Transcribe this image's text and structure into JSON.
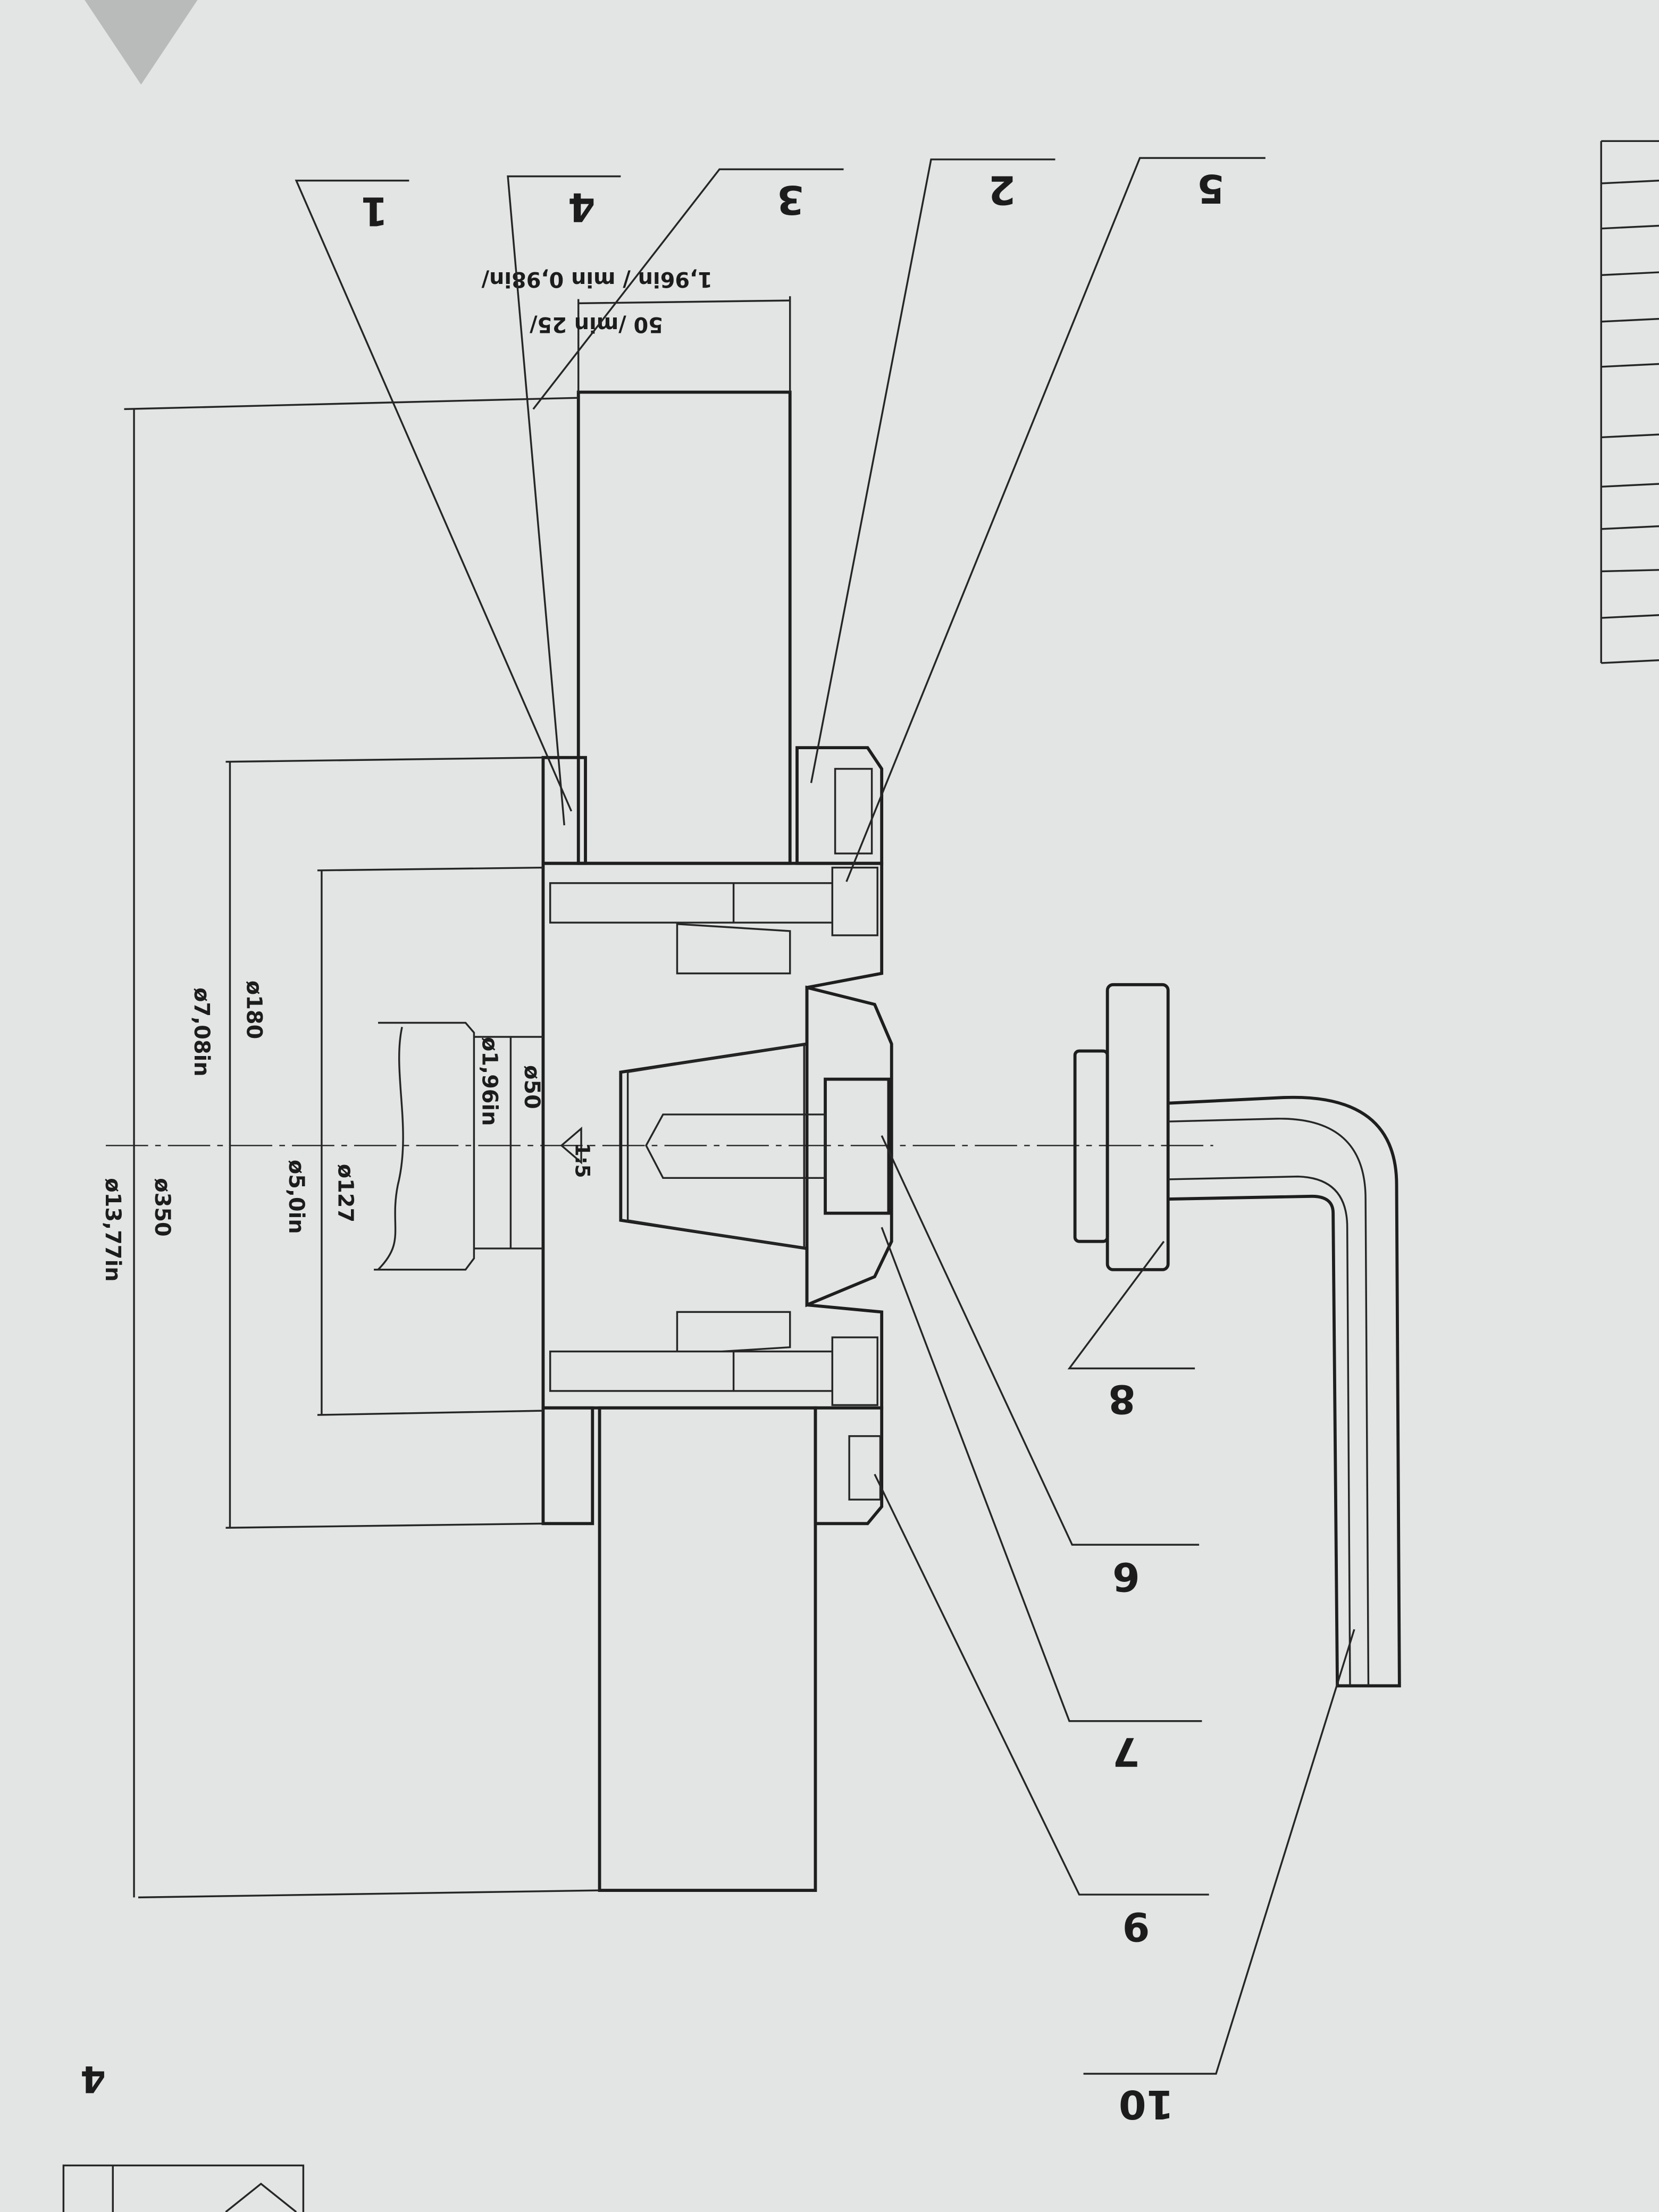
{
  "page_number": "4",
  "scale": "1:5",
  "dimensions": {
    "width_mm": "50 /min 25/",
    "width_in": "1,96in / min 0,98in/",
    "d180": "ø180",
    "d180_in": "ø7,08in",
    "d127": "ø127",
    "d127_in": "ø5,0in",
    "d350": "ø350",
    "d350_in": "ø13,77in",
    "d50": "ø50",
    "d50_in": "ø1,96in"
  },
  "part_labels": [
    "1",
    "4",
    "3",
    "2",
    "5",
    "8",
    "6",
    "7",
    "9",
    "10"
  ],
  "colors": {
    "paper": "#e3e5e4",
    "ink": "#1e1e1e"
  }
}
